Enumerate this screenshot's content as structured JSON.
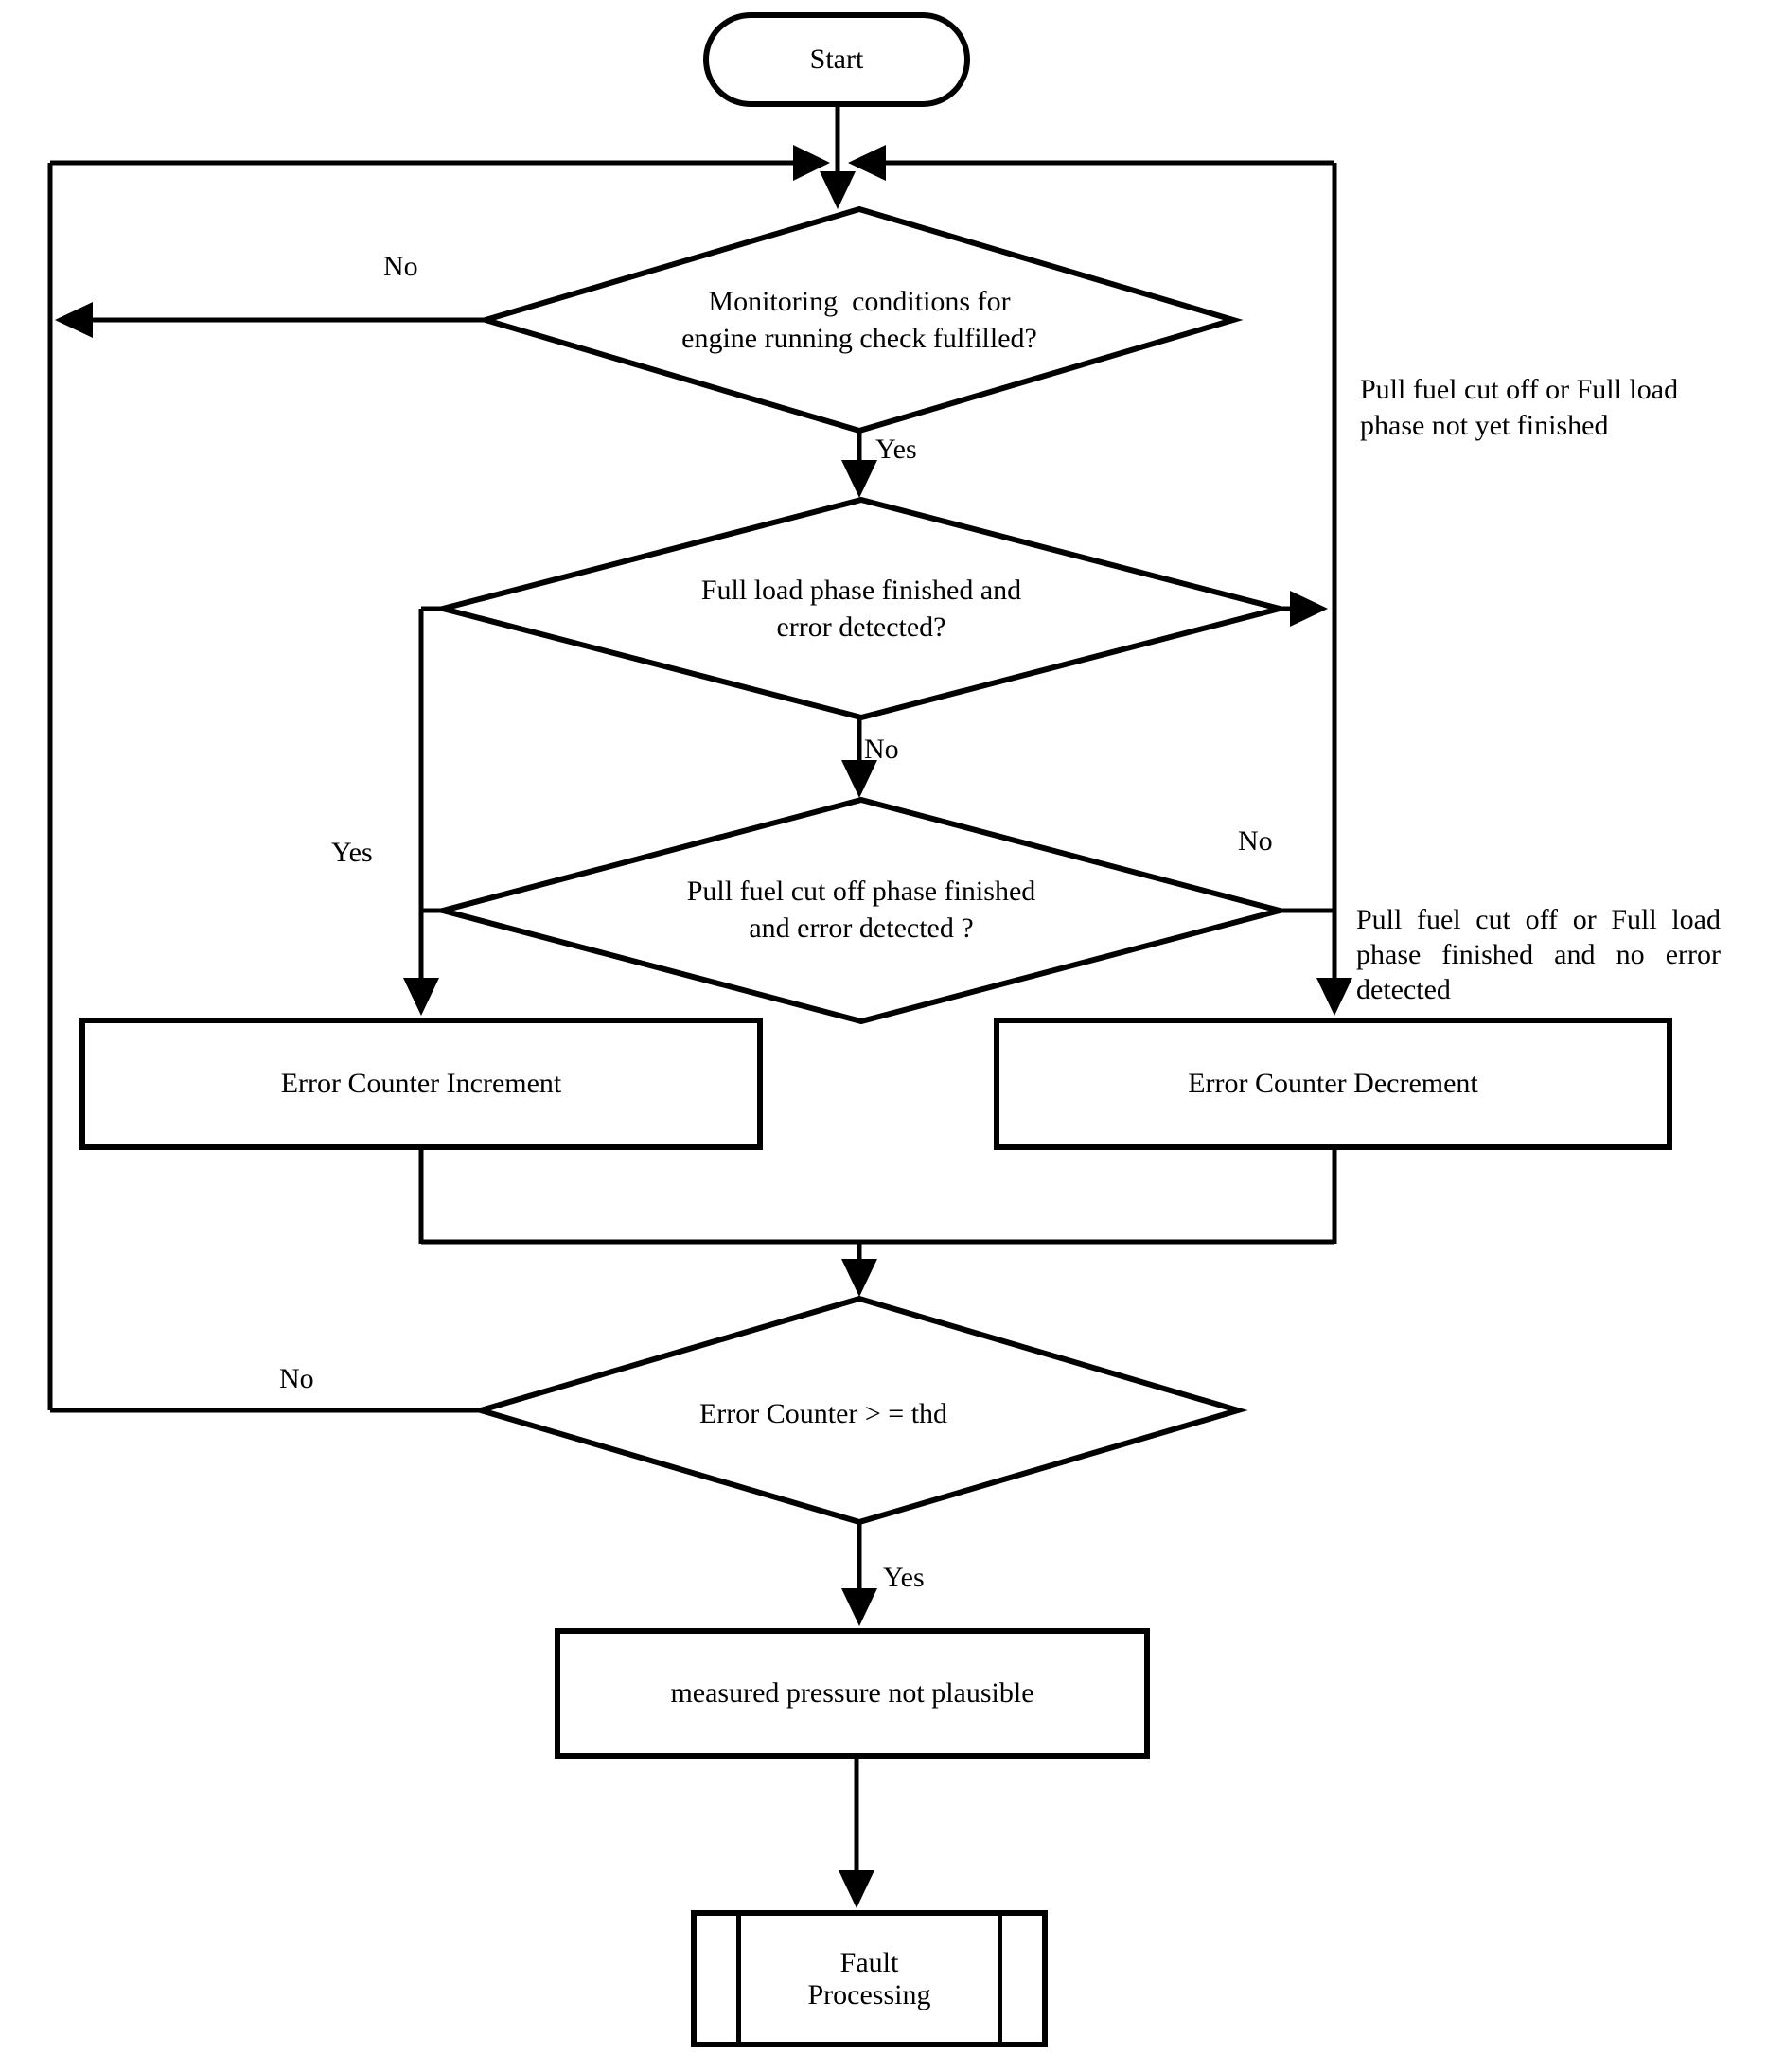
{
  "diagram_title": "Engine running check error counter flowchart",
  "colors": {
    "stroke": "#000000",
    "background": "#ffffff",
    "text": "#000000"
  },
  "nodes": {
    "start": {
      "label": "Start",
      "type": "terminator"
    },
    "d1": {
      "label": "Monitoring  conditions for\nengine running check fulfilled?",
      "type": "decision"
    },
    "d2": {
      "label": "Full load phase finished and\nerror detected?",
      "type": "decision"
    },
    "d3": {
      "label": "Pull fuel cut off phase finished\nand error detected ?",
      "type": "decision"
    },
    "d4": {
      "label": "Error Counter > = thd",
      "type": "decision"
    },
    "increment": {
      "label": "Error Counter Increment",
      "type": "process"
    },
    "decrement": {
      "label": "Error Counter Decrement",
      "type": "process"
    },
    "pressure": {
      "label": "measured pressure not plausible",
      "type": "process"
    },
    "fault": {
      "label": "Fault\nProcessing",
      "type": "predefined-process"
    }
  },
  "edge_labels": {
    "d1_no": "No",
    "d1_yes": "Yes",
    "d2_no": "No",
    "left_yes": "Yes",
    "right_no": "No",
    "d4_no": "No",
    "d4_yes": "Yes"
  },
  "annotations": {
    "not_finished": "Pull fuel cut off or Full load\nphase not yet finished",
    "no_error": "Pull fuel cut off or Full load phase finished and no error detected"
  }
}
